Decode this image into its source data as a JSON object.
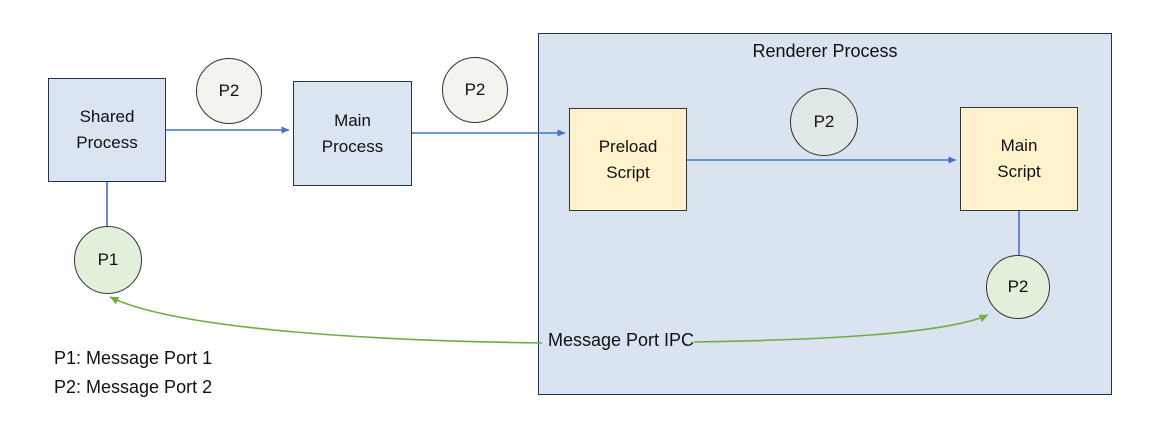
{
  "colors": {
    "accent_blue": "#4472c4",
    "accent_green": "#70ad47",
    "box_blue_fill": "#dbe5f1",
    "box_yellow_fill": "#fff2cc",
    "container_fill": "#dae3f0",
    "circle_pale_fill": "#f2f5ee",
    "circle_teal_fill": "#e0e9e8",
    "circle_green_fill": "#e2efda",
    "border_navy": "#22334a",
    "border_dark": "#343434"
  },
  "container": {
    "title": "Renderer Process"
  },
  "nodes": {
    "shared_process": {
      "lines": [
        "Shared",
        "Process"
      ]
    },
    "main_process": {
      "lines": [
        "Main",
        "Process"
      ]
    },
    "preload_script": {
      "lines": [
        "Preload",
        "Script"
      ]
    },
    "main_script": {
      "lines": [
        "Main",
        "Script"
      ]
    }
  },
  "ports": {
    "p2_shared_main": "P2",
    "p2_main_renderer": "P2",
    "p2_preload_mainscript": "P2",
    "p1_shared": "P1",
    "p2_mainscript": "P2"
  },
  "labels": {
    "ipc": "Message Port IPC",
    "legend_line1": "P1: Message Port 1",
    "legend_line2": "P2: Message Port 2"
  }
}
